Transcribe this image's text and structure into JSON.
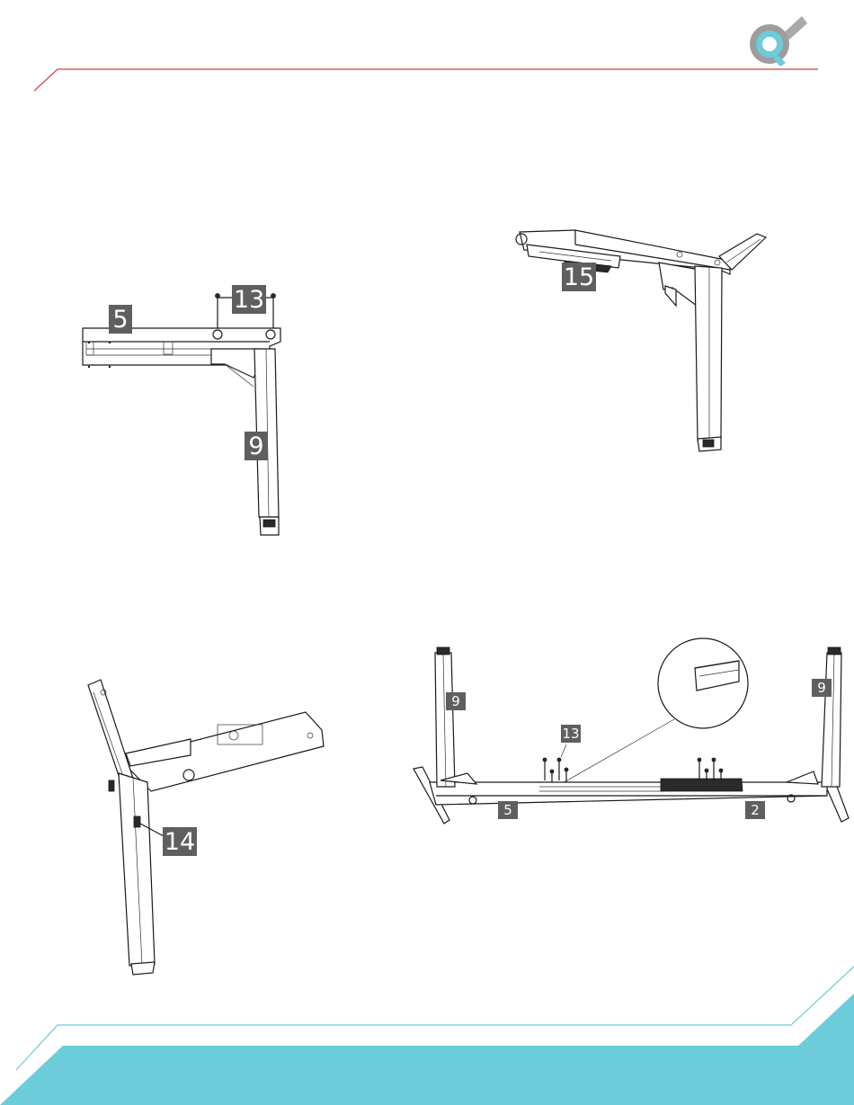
{
  "header": {
    "logo_icon": "magnifier-logo-icon",
    "rule_color": "#d9403a"
  },
  "footer": {
    "band_color": "#6cccd9"
  },
  "figures": {
    "top_left": {
      "labels": [
        "5",
        "13",
        "9"
      ]
    },
    "top_right": {
      "labels": [
        "15"
      ]
    },
    "bottom_left": {
      "labels": [
        "14"
      ]
    },
    "bottom_right": {
      "labels": [
        "9",
        "9",
        "13",
        "5",
        "2"
      ],
      "inset": "zoom-circle-detail"
    }
  }
}
